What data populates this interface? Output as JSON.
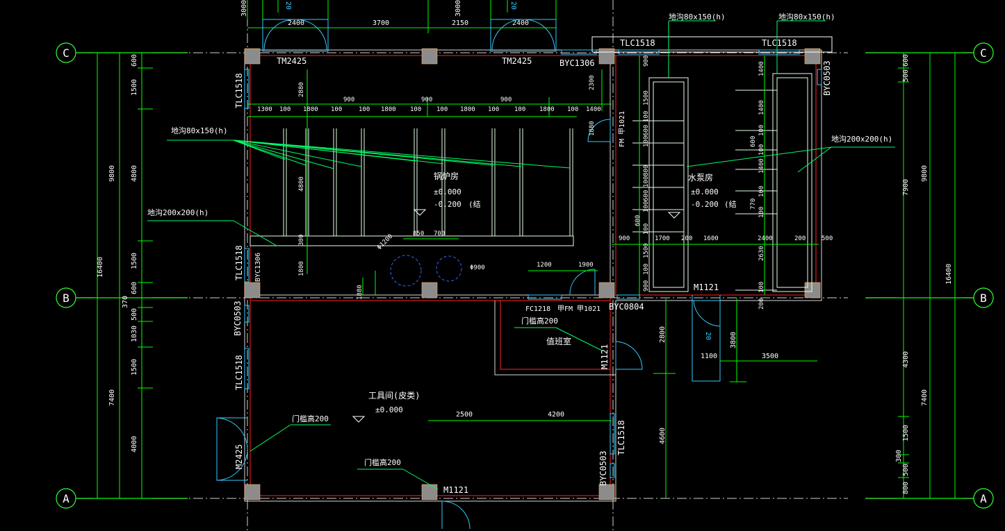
{
  "grid_labels": {
    "c": "C",
    "b": "B",
    "a": "A"
  },
  "colors": {
    "background": "#000000",
    "grid_axis": "#33ff33",
    "dimension": "#00ff00",
    "wall_outer": "#d9d9d9",
    "wall_inner": "#ff2222",
    "column": "#8c8c8c",
    "door_window": "#33ccff",
    "text": "#ffffff",
    "leader": "#00ff66",
    "trench": "#e6ffe6"
  },
  "left_dims": {
    "total": "16400",
    "upper": "9800",
    "lower": "7400",
    "upper_parts": [
      "600",
      "1500",
      "4800",
      "1500",
      "600"
    ],
    "lower_parts": [
      "370",
      "500",
      "1030",
      "1500",
      "4000"
    ]
  },
  "right_dims": {
    "total": "16400",
    "upper": "9800",
    "lower": "7400",
    "top_parts": [
      "500",
      "600"
    ],
    "mid": "7900",
    "lower_parts": [
      "4300",
      "1500",
      "300",
      "500",
      "800"
    ]
  },
  "top_dims": {
    "left_stub": "3000",
    "parts": [
      "2400",
      "3700",
      "2150",
      "2400"
    ],
    "marks": [
      "20",
      "20"
    ]
  },
  "doors": {
    "tm_left": "TM2425",
    "tm_right": "TM2425",
    "byc_top": "BYC1306",
    "m_bottom": "M1121",
    "m_pump": "M1121",
    "m_tool_left": "M2425",
    "m_duty": "M1121",
    "fm_1": "甲FM  甲1021",
    "fm_2": "FM 甲1021",
    "fc": "FC1218"
  },
  "windows": {
    "tlc_top1": "TLC1518",
    "tlc_top2": "TLC1518",
    "tlc_left_upper": "TLC1518",
    "tlc_left_mid": "TLC1518",
    "tlc_left_lower": "TLC1518",
    "tlc_right_lower": "TLC1518",
    "byc_left": "BYC1306",
    "byc_left2": "BYC0503",
    "byc_right_top": "BYC0503",
    "byc_right_low": "BYC0503",
    "byc_mid": "BYC0804"
  },
  "rooms": {
    "boiler": {
      "name": "锅炉房",
      "elev1": "±0.000",
      "elev2": "-0.200",
      "note": "(结"
    },
    "pump": {
      "name": "水泵房",
      "elev1": "±0.000",
      "elev2": "-0.200",
      "note": "(结"
    },
    "duty": {
      "name": "值班室",
      "threshold": "门槛高200"
    },
    "tool": {
      "name": "工具间(皮类)",
      "elev": "±0.000"
    }
  },
  "notes": {
    "trench_small_left": "地沟80x150(h)",
    "trench_large_left": "地沟200x200(h)",
    "trench_small_top1": "地沟80x150(h)",
    "trench_small_top2": "地沟80x150(h)",
    "trench_large_right": "地沟200x200(h)",
    "threshold_tool": "门槛高200",
    "threshold_bottom": "门槛高200",
    "chimney_d1": "Φ1200",
    "chimney_d2": "Φ900"
  },
  "boiler_dims": {
    "row": [
      "1300",
      "100",
      "1800",
      "100",
      "100",
      "1800",
      "100",
      "100",
      "1800",
      "100",
      "100",
      "1800",
      "100",
      "1400"
    ],
    "spans": [
      "900",
      "900",
      "900"
    ],
    "vert": [
      "2880",
      "4800",
      "300",
      "1800",
      "1880",
      "1880"
    ],
    "lower": [
      "850",
      "700",
      "1200",
      "1900"
    ]
  },
  "pump_dims": {
    "top": [
      "2300",
      "900"
    ],
    "col1": [
      "1500",
      "100",
      "600",
      "100",
      "800",
      "100",
      "600",
      "100",
      "600",
      "100",
      "1500",
      "100",
      "900"
    ],
    "col2": [
      "1400",
      "1400",
      "100",
      "600",
      "100",
      "1400",
      "100",
      "770",
      "100",
      "2630",
      "100",
      "200"
    ],
    "row": [
      "900",
      "1700",
      "200",
      "1600",
      "2400",
      "200",
      "500"
    ]
  },
  "bottom_dims": {
    "tool": [
      "2500",
      "4200"
    ],
    "right": [
      "2800",
      "4600",
      "3800",
      "1100",
      "3500"
    ],
    "mark": "20"
  }
}
